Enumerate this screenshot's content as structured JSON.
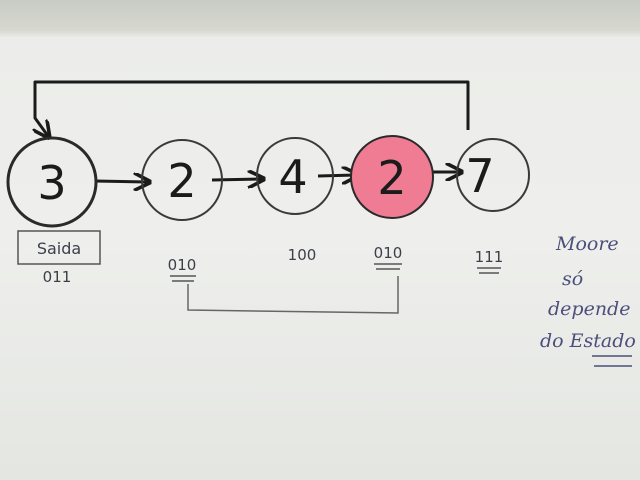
{
  "states": [
    {
      "label": "3",
      "output": "011",
      "highlight": false
    },
    {
      "label": "2",
      "output": "010",
      "highlight": false
    },
    {
      "label": "4",
      "output": "100",
      "highlight": false
    },
    {
      "label": "2",
      "output": "010",
      "highlight": true
    },
    {
      "label": "7",
      "output": "111",
      "highlight": false
    }
  ],
  "output_caption": "Saida",
  "note": {
    "lines": [
      "Moore",
      "só",
      "depende",
      "do Estado"
    ]
  },
  "colors": {
    "highlight_fill": "#ef7c92",
    "ink": "#1b1b1b",
    "note_ink": "#4b4f7a"
  }
}
